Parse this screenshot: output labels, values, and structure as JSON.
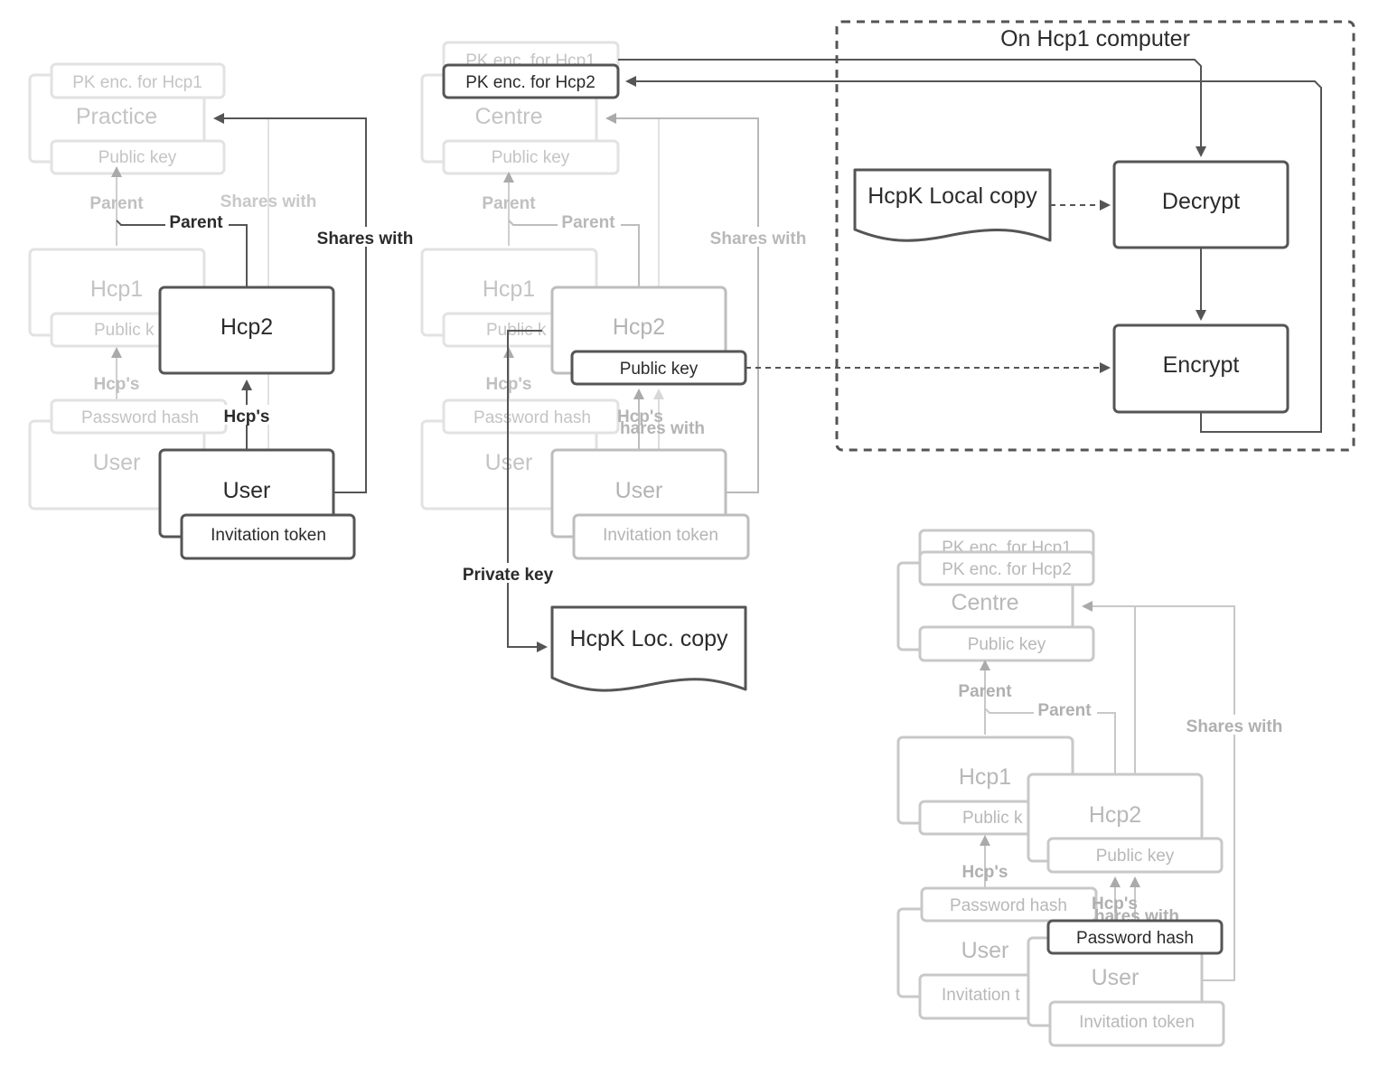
{
  "colors": {
    "dark": "#4d4d4d",
    "dark_text": "#2b2b2b",
    "mid": "#a8a8a8",
    "faint": "#dcdcdc",
    "faint_text": "#c2c2c2"
  },
  "panel1": {
    "pk_hcp1": "PK enc. for Hcp1",
    "practice": "Practice",
    "public_key": "Public key",
    "parent_top": "Parent",
    "parent_mid": "Parent",
    "shares_with_faint": "Shares with",
    "shares_with_dark": "Shares with",
    "hcp1": "Hcp1",
    "hcp1_public_key": "Public k",
    "hcp2": "Hcp2",
    "hcps_faint": "Hcp's",
    "hcps_dark": "Hcp's",
    "password_hash": "Password hash",
    "user_faint": "User",
    "user": "User",
    "invitation_token": "Invitation token"
  },
  "panel2": {
    "pk_hcp1": "PK enc. for Hcp1",
    "pk_hcp2": "PK enc. for Hcp2",
    "centre": "Centre",
    "public_key": "Public key",
    "parent_top": "Parent",
    "parent_mid": "Parent",
    "shares_with": "Shares with",
    "hcp1": "Hcp1",
    "hcp1_public_key": "Public k",
    "hcp2": "Hcp2",
    "hcp2_public_key": "Public key",
    "hcps_left": "Hcp's",
    "hcps_right": "Hcp's",
    "shares_with_small": "hares with",
    "password_hash": "Password hash",
    "user_faint": "User",
    "user": "User",
    "invitation_token": "Invitation token",
    "private_key": "Private key",
    "local_copy": "HcpK Loc. copy"
  },
  "panel3": {
    "title": "On Hcp1 computer",
    "local_copy": "HcpK Local copy",
    "decrypt": "Decrypt",
    "encrypt": "Encrypt"
  },
  "panel4": {
    "pk_hcp1": "PK enc. for Hcp1",
    "pk_hcp2": "PK enc. for Hcp2",
    "centre": "Centre",
    "public_key": "Public key",
    "parent_top": "Parent",
    "parent_mid": "Parent",
    "shares_with": "Shares with",
    "hcp1": "Hcp1",
    "hcp1_public_key": "Public k",
    "hcp2": "Hcp2",
    "hcp2_public_key": "Public key",
    "hcps_left": "Hcp's",
    "hcps_right": "Hcp's",
    "shares_with_small": "hares with",
    "password_hash_faint": "Password hash",
    "password_hash": "Password hash",
    "user_faint": "User",
    "user": "User",
    "invitation_faint": "Invitation t",
    "invitation_token": "Invitation token"
  }
}
